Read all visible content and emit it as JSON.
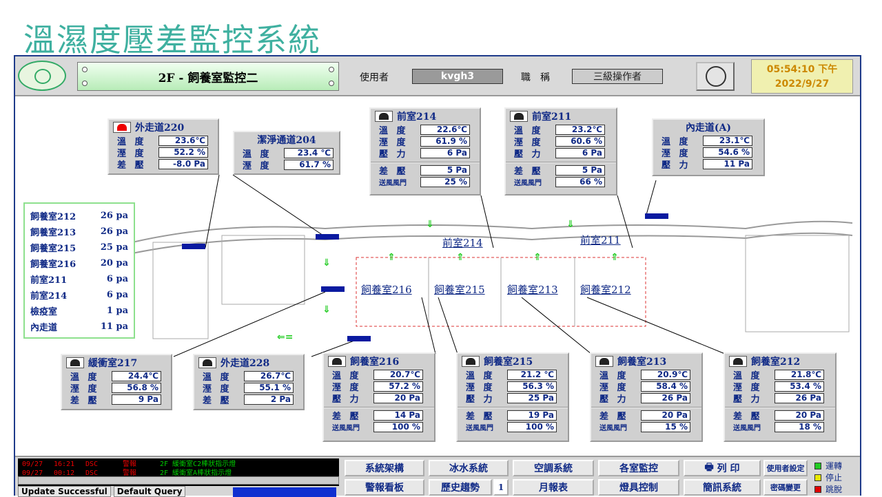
{
  "slide_title": "溫濕度壓差監控系統",
  "header": {
    "plate_title": "2F - 飼養室監控二",
    "user_label": "使用者",
    "user_value": "kvgh3",
    "role_label": "職　稱",
    "role_value": "三級操作者",
    "time": "05:54:10 下午",
    "date": "2022/9/27"
  },
  "pressure_list": [
    {
      "name": "飼養室212",
      "value": "26 pa"
    },
    {
      "name": "飼養室213",
      "value": "26 pa"
    },
    {
      "name": "飼養室215",
      "value": "25 pa"
    },
    {
      "name": "飼養室216",
      "value": "20 pa"
    },
    {
      "name": "前室211",
      "value": "6 pa"
    },
    {
      "name": "前室214",
      "value": "6 pa"
    },
    {
      "name": "檢疫室",
      "value": "1 pa"
    },
    {
      "name": "內走道",
      "value": "11 pa"
    }
  ],
  "labels": {
    "temp": "溫 度",
    "hum": "溼 度",
    "diff": "差 壓",
    "press": "壓 力",
    "fan": "送風風門"
  },
  "panels": {
    "corridor220": {
      "title": "外走道220",
      "temp": "23.6℃",
      "hum": "52.2 %",
      "diff": "-8.0 Pa"
    },
    "clean204": {
      "title": "潔淨通道204",
      "temp": "23.4 ℃",
      "hum": "61.7 %"
    },
    "ante214": {
      "title": "前室214",
      "temp": "22.6℃",
      "hum": "61.9 %",
      "press": "6 Pa",
      "diff": "5 Pa",
      "fan": "25 %"
    },
    "ante211": {
      "title": "前室211",
      "temp": "23.2℃",
      "hum": "60.6 %",
      "press": "6 Pa",
      "diff": "5 Pa",
      "fan": "66 %"
    },
    "innerA": {
      "title": "內走道(A)",
      "temp": "23.1℃",
      "hum": "54.6 %",
      "press": "11 Pa"
    },
    "buffer217": {
      "title": "緩衝室217",
      "temp": "24.4℃",
      "hum": "56.8 %",
      "diff": "9 Pa"
    },
    "corridor228": {
      "title": "外走道228",
      "temp": "26.7℃",
      "hum": "55.1 %",
      "diff": "2 Pa"
    },
    "room216": {
      "title": "飼養室216",
      "temp": "20.7℃",
      "hum": "57.2 %",
      "press": "20 Pa",
      "diff": "14 Pa",
      "fan": "100 %"
    },
    "room215": {
      "title": "飼養室215",
      "temp": "21.2 ℃",
      "hum": "56.3 %",
      "press": "25 Pa",
      "diff": "19 Pa",
      "fan": "100 %"
    },
    "room213": {
      "title": "飼養室213",
      "temp": "20.9℃",
      "hum": "58.4 %",
      "press": "26 Pa",
      "diff": "20 Pa",
      "fan": "15 %"
    },
    "room212": {
      "title": "飼養室212",
      "temp": "21.8℃",
      "hum": "53.4 %",
      "press": "26 Pa",
      "diff": "20 Pa",
      "fan": "18 %"
    }
  },
  "room_labels": [
    "前室214",
    "前室211",
    "飼養室216",
    "飼養室215",
    "飼養室213",
    "飼養室212"
  ],
  "log": [
    {
      "date": "09/27",
      "time": "16:21",
      "src": "DSC",
      "type": "警報",
      "msg": "2F 緩衝室C2棒狀指示燈"
    },
    {
      "date": "09/27",
      "time": "00:12",
      "src": "DSC",
      "type": "警報",
      "msg": "2F 緩衝室A棒狀指示燈"
    }
  ],
  "status": {
    "update": "Update Successful",
    "query": "Default Query"
  },
  "nav": {
    "system": "系統架構",
    "chiller": "冰水系統",
    "hvac": "空調系統",
    "rooms": "各室監控",
    "print": "列 印",
    "user_setting": "使用者設定",
    "board": "警報看板",
    "trend": "歷史趨勢",
    "trend_num": "1",
    "monthly": "月報表",
    "light": "燈具控制",
    "msg": "簡訊系統",
    "pwd": "密碼變更"
  },
  "legend": {
    "run": "運轉",
    "stop": "停止",
    "trip": "跳脫"
  },
  "colors": {
    "run": "#22cc22",
    "stop": "#e8e800",
    "trip": "#e00000"
  }
}
